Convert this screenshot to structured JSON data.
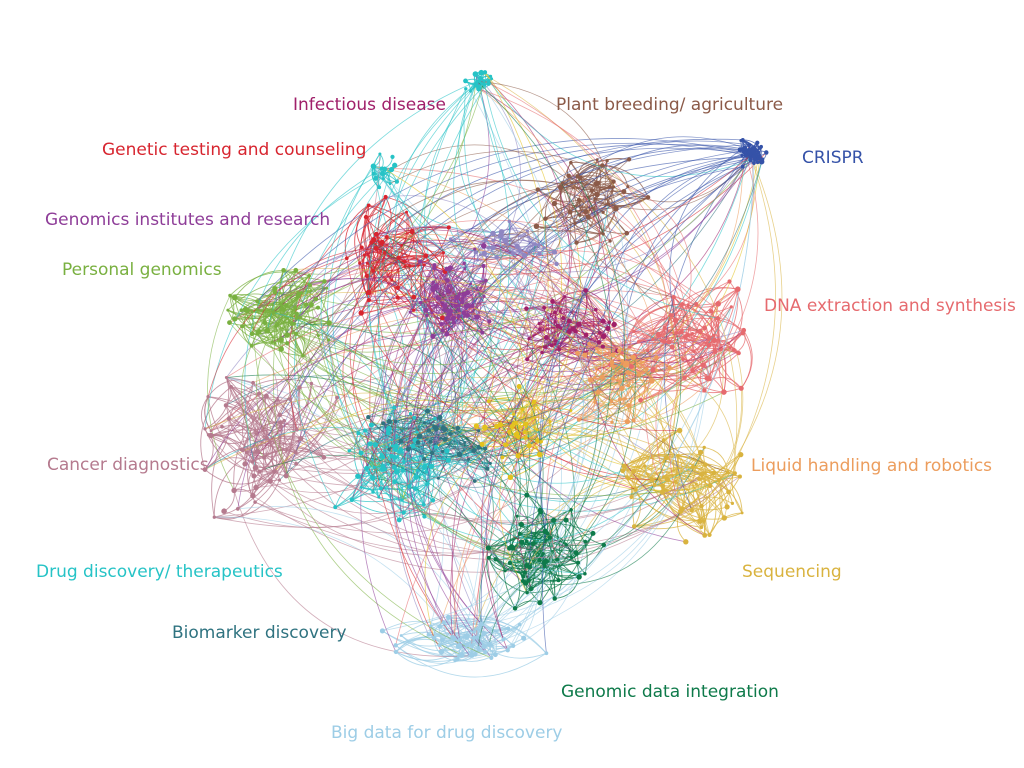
{
  "clusters": [
    {
      "key": "infectious",
      "label": "Infectious disease",
      "color": "#a0206a"
    },
    {
      "key": "plant",
      "label": "Plant breeding/ agriculture",
      "color": "#8b5a48"
    },
    {
      "key": "genetic_testing",
      "label": "Genetic testing and counseling",
      "color": "#d7252f"
    },
    {
      "key": "crispr",
      "label": "CRISPR",
      "color": "#3552a8"
    },
    {
      "key": "institutes",
      "label": "Genomics institutes and research",
      "color": "#8e3d98"
    },
    {
      "key": "personal",
      "label": "Personal genomics",
      "color": "#79b040"
    },
    {
      "key": "dna",
      "label": "DNA extraction and synthesis",
      "color": "#e66a6e"
    },
    {
      "key": "cancer",
      "label": "Cancer diagnostics",
      "color": "#b57a8e"
    },
    {
      "key": "liquid",
      "label": "Liquid handling and robotics",
      "color": "#ec9d5d"
    },
    {
      "key": "drug",
      "label": "Drug discovery/ therapeutics",
      "color": "#26c3c6"
    },
    {
      "key": "sequencing",
      "label": "Sequencing",
      "color": "#d9b33f"
    },
    {
      "key": "biomarker",
      "label": "Biomarker discovery",
      "color": "#2f7380"
    },
    {
      "key": "genomic_data",
      "label": "Genomic data integration",
      "color": "#0e7a4a"
    },
    {
      "key": "bigdata",
      "label": "Big data for drug discovery",
      "color": "#9dcde6"
    }
  ],
  "extra_colors": {
    "lavender": "#8f86c2",
    "yellow": "#e3c21e"
  }
}
